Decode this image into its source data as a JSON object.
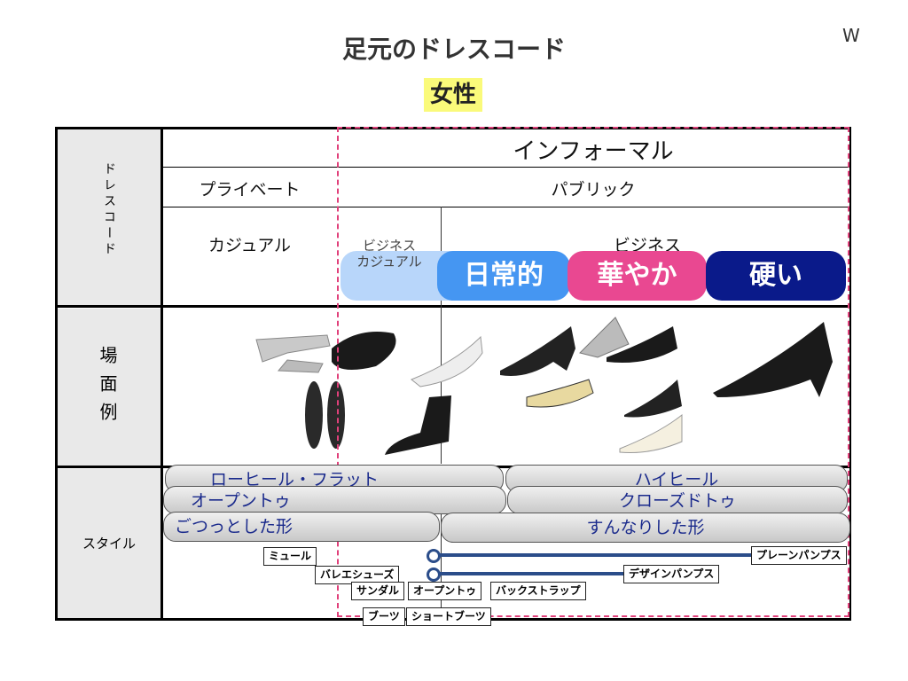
{
  "title": "足元のドレスコード",
  "corner_mark": "W",
  "gender_label": "女性",
  "rows": {
    "dress_code": "ドレスコード",
    "scene": "場面例",
    "style": "スタイル"
  },
  "dress_code": {
    "informal": "インフォーマル",
    "private": "プライベート",
    "public": "パブリック",
    "casual": "カジュアル",
    "business_casual_1": "ビジネス",
    "business_casual_2": "カジュアル",
    "business": "ビジネス",
    "pills": [
      {
        "label": "日常的",
        "color": "#4596f2"
      },
      {
        "label": "華やか",
        "color": "#e94891"
      },
      {
        "label": "硬い",
        "color": "#0a1a8a"
      }
    ]
  },
  "style_bars": {
    "low_heel": "ローヒール・フラット",
    "high_heel": "ハイヒール",
    "open_toe": "オープントゥ",
    "closed_toe": "クローズドトゥ",
    "chunky": "ごつっとした形",
    "slim": "すんなりした形"
  },
  "tags": {
    "mule": "ミュール",
    "ballet": "バレエシューズ",
    "sandal": "サンダル",
    "open_toe": "オープントゥ",
    "back_strap": "バックストラップ",
    "boots": "ブーツ",
    "short_boots": "ショートブーツ",
    "plain_pumps": "プレーンパンプス",
    "design_pumps": "デザインパンプス"
  }
}
